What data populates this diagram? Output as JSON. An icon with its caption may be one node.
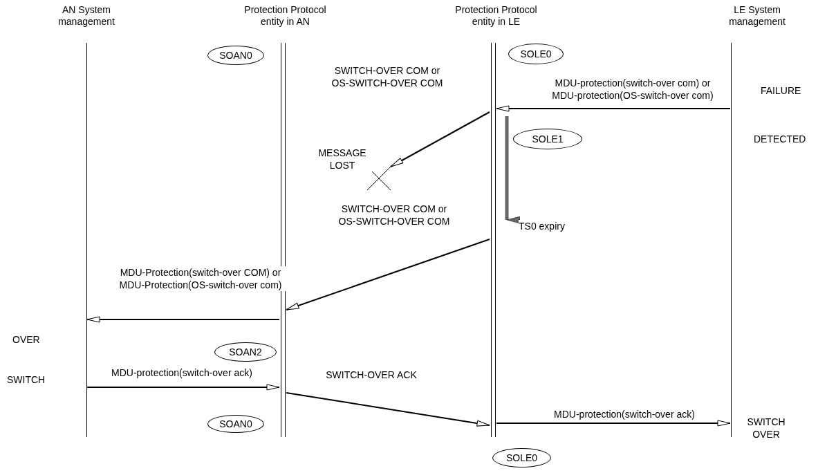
{
  "diagram": {
    "nodes": [
      {
        "text": [
          "AN System management"
        ]
      },
      {
        "text": [
          "Protection Protocol entity in AN"
        ]
      },
      {
        "text": [
          "Protection Protocol entity in LE"
        ]
      },
      {
        "text": [
          "LE System management"
        ]
      },
      {
        "text": [
          "SOAN0"
        ]
      },
      {
        "text": [
          "SOLE0"
        ]
      },
      {
        "text": [
          "SOLE1"
        ]
      },
      {
        "text": [],
        "shape": "cross"
      },
      {
        "text": [
          "SOAN2"
        ]
      },
      {
        "text": [
          "SOAN0"
        ]
      },
      {
        "text": [
          "SOLE0"
        ]
      }
    ],
    "edges": [
      {
        "from": 3,
        "to": 2,
        "arrow": "to",
        "label": "MDU-protection(switch-over com) or MDU-protection(OS-switch-over com)"
      },
      {
        "from": 2,
        "to": 7,
        "arrow": "to",
        "label": "SWITCH-OVER COM or OS-SWITCH-OVER COM"
      },
      {
        "from": 2,
        "to": 1,
        "arrow": "to",
        "label": "SWITCH-OVER COM or OS-SWITCH-OVER COM"
      },
      {
        "from": 1,
        "to": 0,
        "arrow": "to",
        "label": "MDU-Protection(switch-over COM) or MDU-Protection(OS-switch-over com)"
      },
      {
        "from": 0,
        "to": 1,
        "arrow": "to",
        "label": "MDU-protection(switch-over ack)"
      },
      {
        "from": 1,
        "to": 2,
        "arrow": "to",
        "label": "SWITCH-OVER ACK"
      },
      {
        "from": 2,
        "to": 3,
        "arrow": "to",
        "label": "MDU-protection(switch-over ack)"
      }
    ],
    "labels": [
      "FAILURE",
      "DETECTED",
      "MESSAGE LOST",
      "TS0 expiry",
      "OVER",
      "SWITCH",
      "SWITCH OVER"
    ]
  }
}
